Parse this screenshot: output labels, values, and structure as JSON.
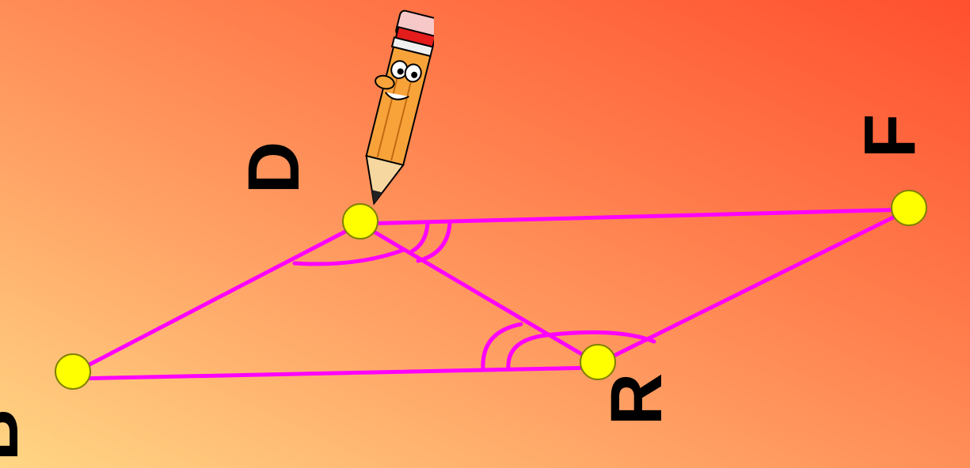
{
  "diagram": {
    "vertices": [
      {
        "id": "D",
        "label": "D"
      },
      {
        "id": "F",
        "label": "F"
      },
      {
        "id": "B",
        "label": "B"
      },
      {
        "id": "R",
        "label": "R"
      }
    ],
    "segments": [
      [
        "D",
        "F"
      ],
      [
        "D",
        "B"
      ],
      [
        "D",
        "R"
      ],
      [
        "B",
        "R"
      ],
      [
        "R",
        "F"
      ]
    ],
    "colors": {
      "line": "#ff00ff",
      "point_fill": "#ffff00",
      "point_stroke": "#808000",
      "label": "#000000",
      "background_start": "#ffd684",
      "background_end": "#ff4f2f"
    },
    "mascot": "pencil-character-icon"
  }
}
